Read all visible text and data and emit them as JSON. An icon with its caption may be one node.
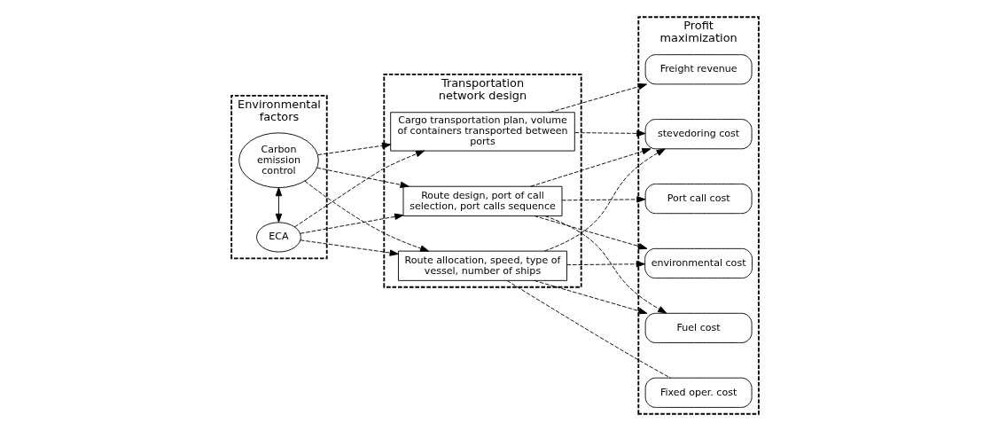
{
  "diagram": {
    "nodes": [
      {
        "text": [
          "Environmental factors"
        ]
      },
      {
        "text": [
          "Carbon emission control"
        ],
        "in": 0
      },
      {
        "text": [
          "ECA"
        ],
        "in": 0
      },
      {
        "text": [
          "Transportation network design"
        ]
      },
      {
        "text": [
          "Route design, port of call selection, port calls sequence"
        ],
        "in": 3
      },
      {
        "text": [
          "Route allocation, speed, type of vessel, number of ships"
        ],
        "in": 3
      },
      {
        "text": [
          "Cargo transportation plan, volume of containers transported between ports"
        ],
        "in": 3
      },
      {
        "text": [
          "Profit maximization"
        ]
      },
      {
        "text": [
          "Port call cost"
        ],
        "in": 7
      },
      {
        "text": [
          "stevedoring cost"
        ],
        "in": 7
      },
      {
        "text": [
          "Fixed oper. cost"
        ],
        "in": 7
      },
      {
        "text": [
          "Fuel cost"
        ],
        "in": 7
      },
      {
        "text": [
          "Freight revenue"
        ],
        "in": 7
      },
      {
        "text": [
          "environmental cost"
        ],
        "in": 7
      }
    ],
    "edges": [
      {
        "from": 1,
        "to": 2,
        "arrow": "both"
      },
      {
        "from": 1,
        "to": 4,
        "arrow": "to",
        "style": "dashed"
      },
      {
        "from": 1,
        "to": 5,
        "arrow": "to",
        "style": "dashed"
      },
      {
        "from": 1,
        "to": 6,
        "arrow": "to",
        "style": "dashed"
      },
      {
        "from": 2,
        "to": 4,
        "arrow": "to",
        "style": "dashed"
      },
      {
        "from": 2,
        "to": 5,
        "arrow": "to",
        "style": "dashed"
      },
      {
        "from": 2,
        "to": 6,
        "arrow": "to",
        "style": "dashed"
      },
      {
        "from": 4,
        "to": 8,
        "arrow": "to",
        "style": "dashed"
      },
      {
        "from": 4,
        "to": 9,
        "arrow": "to",
        "style": "dashed"
      },
      {
        "from": 4,
        "to": 11,
        "arrow": "to",
        "style": "dashed"
      },
      {
        "from": 4,
        "to": 13,
        "arrow": "to",
        "style": "dashed"
      },
      {
        "from": 5,
        "to": 9,
        "arrow": "to",
        "style": "dashed"
      },
      {
        "from": 5,
        "to": 10,
        "arrow": "none",
        "style": "dashed"
      },
      {
        "from": 5,
        "to": 11,
        "arrow": "to",
        "style": "dashed"
      },
      {
        "from": 5,
        "to": 13,
        "arrow": "to",
        "style": "dashed"
      },
      {
        "from": 6,
        "to": 9,
        "arrow": "to",
        "style": "dashed"
      },
      {
        "from": 6,
        "to": 12,
        "arrow": "to",
        "style": "dashed"
      }
    ]
  }
}
